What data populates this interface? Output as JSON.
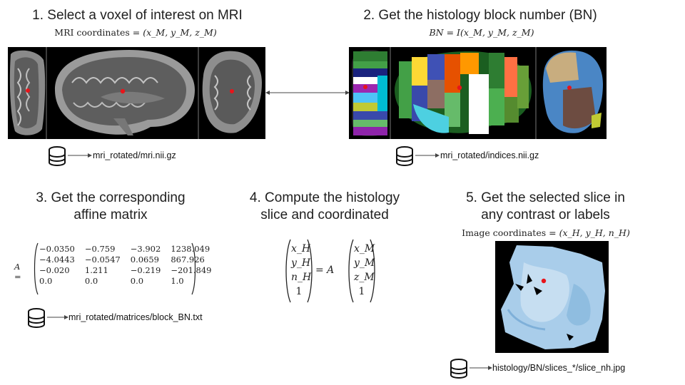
{
  "steps": [
    {
      "title": "1. Select a voxel of interest on MRI"
    },
    {
      "title": "2. Get the histology block number (BN)"
    },
    {
      "title_line1": "3. Get the corresponding",
      "title_line2": "affine matrix"
    },
    {
      "title_line1": "4. Compute the histology",
      "title_line2": "slice and coordinated"
    },
    {
      "title_line1": "5. Get the selected slice in",
      "title_line2": "any contrast or labels"
    }
  ],
  "formulas": {
    "mri_label": "MRI coordinates",
    "mri_vars": "= (x_M, y_M, z_M)",
    "bn_lhs": "BN",
    "bn_rhs": "= I(x_M, y_M, z_M)",
    "img_label": "Image coordinates",
    "img_vars": "= (x_H, y_H, n_H)"
  },
  "matrix": {
    "symbol": "A =",
    "rows": [
      [
        "−0.0350",
        "−0.759",
        "−3.902",
        "1238.049"
      ],
      [
        "−4.0443",
        "−0.0547",
        "0.0659",
        "867.926"
      ],
      [
        "−0.020",
        "1.211",
        "−0.219",
        "−201.849"
      ],
      [
        "0.0",
        "0.0",
        "0.0",
        "1.0"
      ]
    ]
  },
  "equation": {
    "lhs": [
      "x_H",
      "y_H",
      "n_H",
      "1"
    ],
    "op": "= A",
    "rhs": [
      "x_M",
      "y_M",
      "z_M",
      "1"
    ]
  },
  "files": {
    "mri": "mri_rotated/mri.nii.gz",
    "indices": "mri_rotated/indices.nii.gz",
    "matrix": "mri_rotated/matrices/block_BN.txt",
    "slice": "histology/BN/slices_*/slice_nh.jpg"
  },
  "colors": {
    "voxel_marker": "#e8141a",
    "arrow": "#444444",
    "histology_stain": "#a9cdea"
  },
  "icons": {
    "database": "database-icon"
  }
}
